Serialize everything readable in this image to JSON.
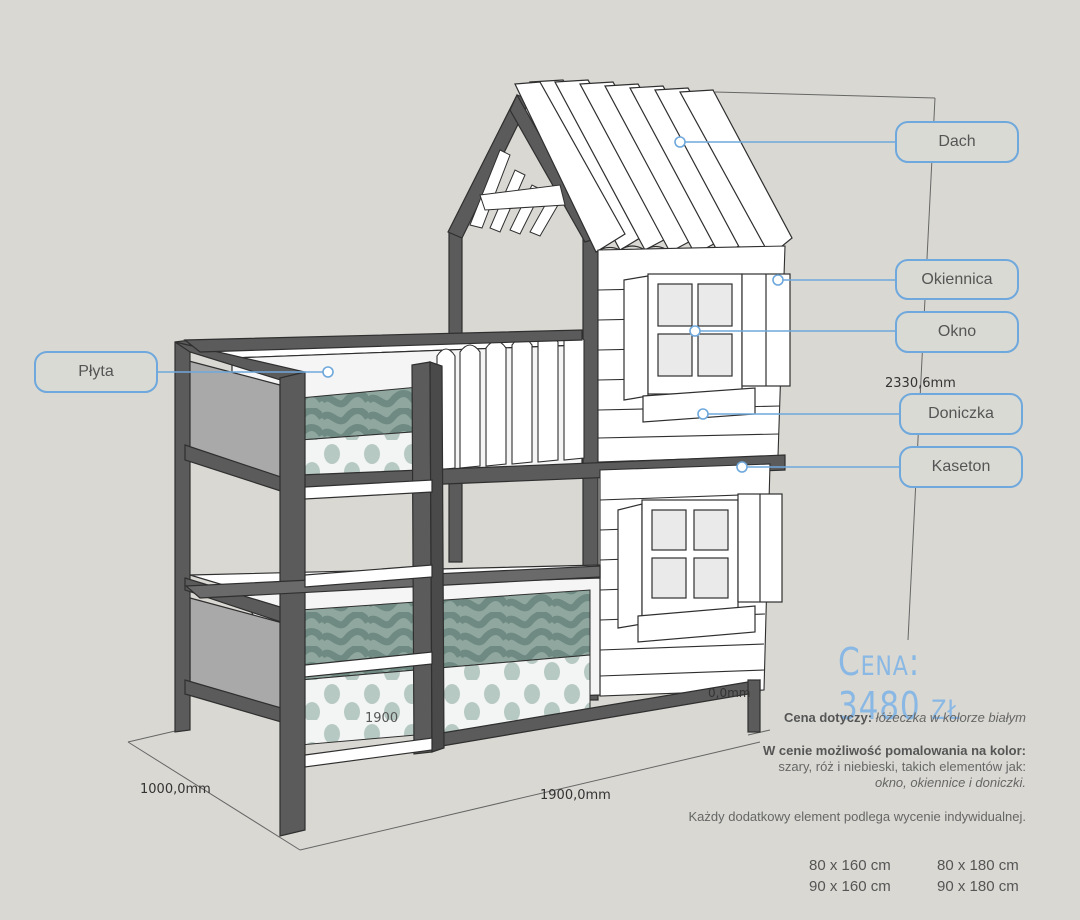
{
  "labels": {
    "dach": "Dach",
    "okiennica": "Okiennica",
    "okno": "Okno",
    "doniczka": "Doniczka",
    "kaseton": "Kaseton",
    "plyta": "Płyta"
  },
  "dimensions": {
    "height": "2330,6mm",
    "width": "1000,0mm",
    "length": "1900,0mm",
    "inner": "1900",
    "partial": "0,0mm"
  },
  "price": "Cena: 3480 zł",
  "info": {
    "line1_bold": "Cena dotyczy:",
    "line1_italic": "łóżeczka w kolorze białym",
    "line2_bold": "W cenie możliwość pomalowania na kolor:",
    "line3": "szary, róż i niebieski, takich elementów jak:",
    "line4_italic": "okno, okiennice i doniczki.",
    "line5": "Każdy dodatkowy element podlega wycenie indywidualnej."
  },
  "sizes": [
    [
      "80 x 160 cm",
      "80 x 180 cm"
    ],
    [
      "90 x 160 cm",
      "90 x 180 cm"
    ]
  ],
  "colors": {
    "frame": "#5a5a5a",
    "accent": "#6fa8dc",
    "price": "#8ab8e4",
    "background": "#d9d8d3"
  }
}
